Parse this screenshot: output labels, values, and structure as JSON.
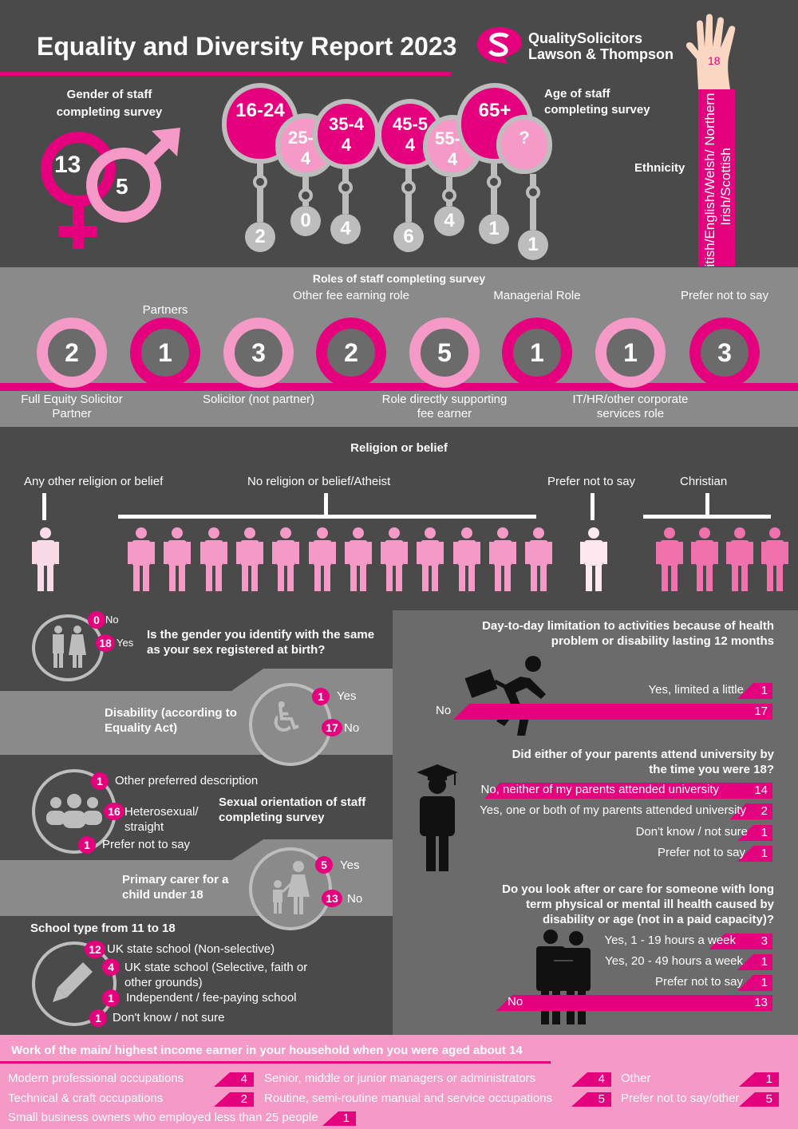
{
  "title": "Equality and Diversity Report 2023",
  "brand": {
    "line1": "QualitySolicitors",
    "line2": "Lawson & Thompson"
  },
  "gender": {
    "heading": "Gender of staff completing survey",
    "female": "13",
    "male": "5"
  },
  "age": {
    "heading": "Age of staff completing survey",
    "groups": [
      {
        "label": "16-24",
        "count": "2"
      },
      {
        "label": "25-34",
        "count": "0"
      },
      {
        "label": "35-44",
        "count": "4"
      },
      {
        "label": "45-54",
        "count": "6"
      },
      {
        "label": "55-64",
        "count": "4"
      },
      {
        "label": "65+",
        "count": "1"
      },
      {
        "label": "?",
        "count": "1"
      }
    ]
  },
  "ethnicity": {
    "heading": "Ethnicity",
    "count": "18",
    "label": "British/English/Welsh/ Northern Irish/Scottish"
  },
  "roles": {
    "heading": "Roles of staff completing survey",
    "items": [
      {
        "count": "2",
        "label": "Full Equity Solicitor Partner"
      },
      {
        "count": "1",
        "label": "Partners"
      },
      {
        "count": "3",
        "label": "Solicitor (not partner)"
      },
      {
        "count": "2",
        "label": "Other fee earning role"
      },
      {
        "count": "5",
        "label": "Role directly supporting fee earner"
      },
      {
        "count": "1",
        "label": "Managerial Role"
      },
      {
        "count": "1",
        "label": "IT/HR/other corporate services role"
      },
      {
        "count": "3",
        "label": "Prefer not to say"
      }
    ]
  },
  "religion": {
    "heading": "Religion or belief",
    "groups": [
      {
        "label": "Any other religion or belief",
        "count": 1
      },
      {
        "label": "No religion or belief/Atheist",
        "count": 12
      },
      {
        "label": "Prefer not to say",
        "count": 1
      },
      {
        "label": "Christian",
        "count": 4
      }
    ]
  },
  "gender_identity": {
    "question": "Is the gender you identify with the same as your sex registered at birth?",
    "no": "0",
    "no_label": "No",
    "yes": "18",
    "yes_label": "Yes"
  },
  "disability": {
    "heading": "Disability (according to Equality Act)",
    "yes": "1",
    "yes_label": "Yes",
    "no": "17",
    "no_label": "No"
  },
  "sexual_orientation": {
    "heading": "Sexual orientation of staff completing survey",
    "items": [
      {
        "count": "1",
        "label": "Other preferred description"
      },
      {
        "count": "16",
        "label": "Heterosexual/ straight"
      },
      {
        "count": "1",
        "label": "Prefer not to say"
      }
    ]
  },
  "carer": {
    "heading": "Primary carer for a child under 18",
    "yes": "5",
    "yes_label": "Yes",
    "no": "13",
    "no_label": "No"
  },
  "school": {
    "heading": "School type from 11 to 18",
    "items": [
      {
        "count": "12",
        "label": "UK state school (Non-selective)"
      },
      {
        "count": "4",
        "label": "UK state school (Selective, faith or other grounds)"
      },
      {
        "count": "1",
        "label": "Independent / fee-paying school"
      },
      {
        "count": "1",
        "label": "Don't know / not sure"
      }
    ]
  },
  "limitation": {
    "heading": "Day-to-day limitation to activities because of health problem or disability lasting 12 months",
    "items": [
      {
        "label": "Yes, limited a little",
        "count": "1",
        "fraction": 0.06
      },
      {
        "label": "No",
        "count": "17",
        "fraction": 1.0
      }
    ]
  },
  "parents_uni": {
    "heading": "Did either of your parents attend university by the time you were 18?",
    "items": [
      {
        "label": "No, neither of my parents attended university",
        "count": "14",
        "fraction": 0.95
      },
      {
        "label": "Yes, one or both of my parents attended university",
        "count": "2",
        "fraction": 0.14
      },
      {
        "label": "Don't know / not sure",
        "count": "1",
        "fraction": 0.07
      },
      {
        "label": "Prefer not to say",
        "count": "1",
        "fraction": 0.07
      }
    ]
  },
  "care": {
    "heading": "Do you look after or care for someone with long term physical or mental ill health caused by disability or age (not in a paid capacity)?",
    "items": [
      {
        "label": "Yes, 1 - 19 hours a week",
        "count": "3",
        "fraction": 0.23
      },
      {
        "label": "Yes, 20 - 49 hours a week",
        "count": "1",
        "fraction": 0.08
      },
      {
        "label": "Prefer not to say",
        "count": "1",
        "fraction": 0.08
      },
      {
        "label": "No",
        "count": "13",
        "fraction": 1.0
      }
    ]
  },
  "income": {
    "heading": "Work of the main/ highest income earner in your household when you were aged about 14",
    "items": [
      {
        "label": "Modern professional occupations",
        "count": "4"
      },
      {
        "label": "Technical & craft occupations",
        "count": "2"
      },
      {
        "label": "Small business owners who employed less than 25 people",
        "count": "1"
      },
      {
        "label": "Senior, middle or junior managers or administrators",
        "count": "4"
      },
      {
        "label": "Routine, semi-routine manual and service occupations",
        "count": "5"
      },
      {
        "label": "Other",
        "count": "1"
      },
      {
        "label": "Prefer not to say/other",
        "count": "5"
      }
    ]
  },
  "colors": {
    "pink": "#e5007e",
    "light_pink": "#f59ac6",
    "dark": "#4a4a4a",
    "mid": "#6b6b6b",
    "light_grey": "#8a8a8a"
  }
}
